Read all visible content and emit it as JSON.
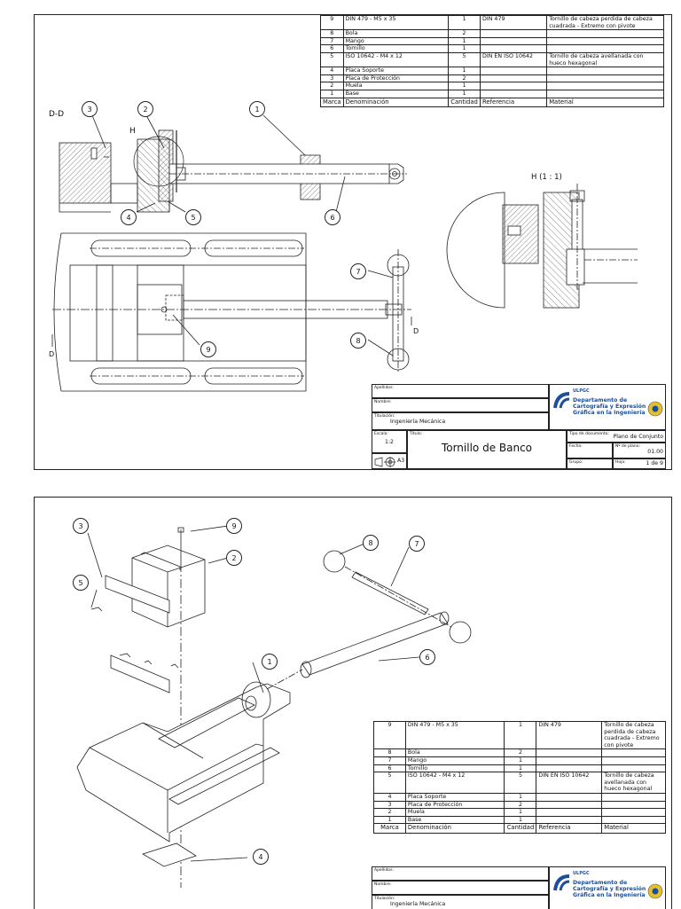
{
  "parts": [
    {
      "marca": "9",
      "denominacion": "DIN 479 - M5 x 35",
      "cantidad": "1",
      "referencia": "DIN 479",
      "material": "Tornillo de cabeza perdida de cabeza cuadrada - Extremo con pivote"
    },
    {
      "marca": "8",
      "denominacion": "Bola",
      "cantidad": "2",
      "referencia": "",
      "material": ""
    },
    {
      "marca": "7",
      "denominacion": "Mango",
      "cantidad": "1",
      "referencia": "",
      "material": ""
    },
    {
      "marca": "6",
      "denominacion": "Tornillo",
      "cantidad": "1",
      "referencia": "",
      "material": ""
    },
    {
      "marca": "5",
      "denominacion": "ISO 10642  - M4  x  12",
      "cantidad": "5",
      "referencia": "DIN EN ISO 10642",
      "material": "Tornillo de cabeza avellanada con hueco hexagonal"
    },
    {
      "marca": "4",
      "denominacion": "Placa Soporte",
      "cantidad": "1",
      "referencia": "",
      "material": ""
    },
    {
      "marca": "3",
      "denominacion": "Placa de Protección",
      "cantidad": "2",
      "referencia": "",
      "material": ""
    },
    {
      "marca": "2",
      "denominacion": "Muela",
      "cantidad": "1",
      "referencia": "",
      "material": ""
    },
    {
      "marca": "1",
      "denominacion": "Base",
      "cantidad": "1",
      "referencia": "",
      "material": ""
    }
  ],
  "bom_headers": {
    "marca": "Marca",
    "denominacion": "Denominación",
    "cantidad": "Cantidad",
    "referencia": "Referencia",
    "material": "Material"
  },
  "sheet1": {
    "section_label": "D-D",
    "detail_mark": "H",
    "detail_label": "H (1 : 1)",
    "cut_letter_left": "D",
    "cut_letter_right": "D",
    "callouts": [
      "1",
      "2",
      "3",
      "4",
      "5",
      "6",
      "7",
      "8",
      "9"
    ]
  },
  "sheet2": {
    "callouts": [
      "1",
      "2",
      "3",
      "4",
      "5",
      "6",
      "7",
      "8",
      "9"
    ]
  },
  "title_block": {
    "apellidos_label": "Apellidos:",
    "nombre_label": "Nombre:",
    "titulacion_label": "Titulación:",
    "titulacion": "Ingeniería Mecánica",
    "escala_label": "Escala:",
    "escala": "1:2",
    "titulo_label": "Título:",
    "titulo": "Tornillo de Banco",
    "tipo_doc_label": "Tipo de documento:",
    "tipo_doc": "Plano de Conjunto",
    "fecha_label": "Fecha:",
    "plano_label": "Nº de plano:",
    "plano": "01.00",
    "grupo_label": "Grupo:",
    "hoja_label": "Hoja:",
    "hoja": "1  de  9",
    "formato": "A3",
    "logo_brand": "ULPGC",
    "logo_line1": "Departamento de",
    "logo_line2": "Cartografía y Expresión",
    "logo_line3": "Gráfica en la Ingeniería",
    "titulacion_2": "Ingeniería Mecánica"
  },
  "colors": {
    "line": "#222222",
    "hatch": "#555555",
    "logo_blue": "#1b4f9c",
    "logo_yellow": "#e3c02c"
  }
}
